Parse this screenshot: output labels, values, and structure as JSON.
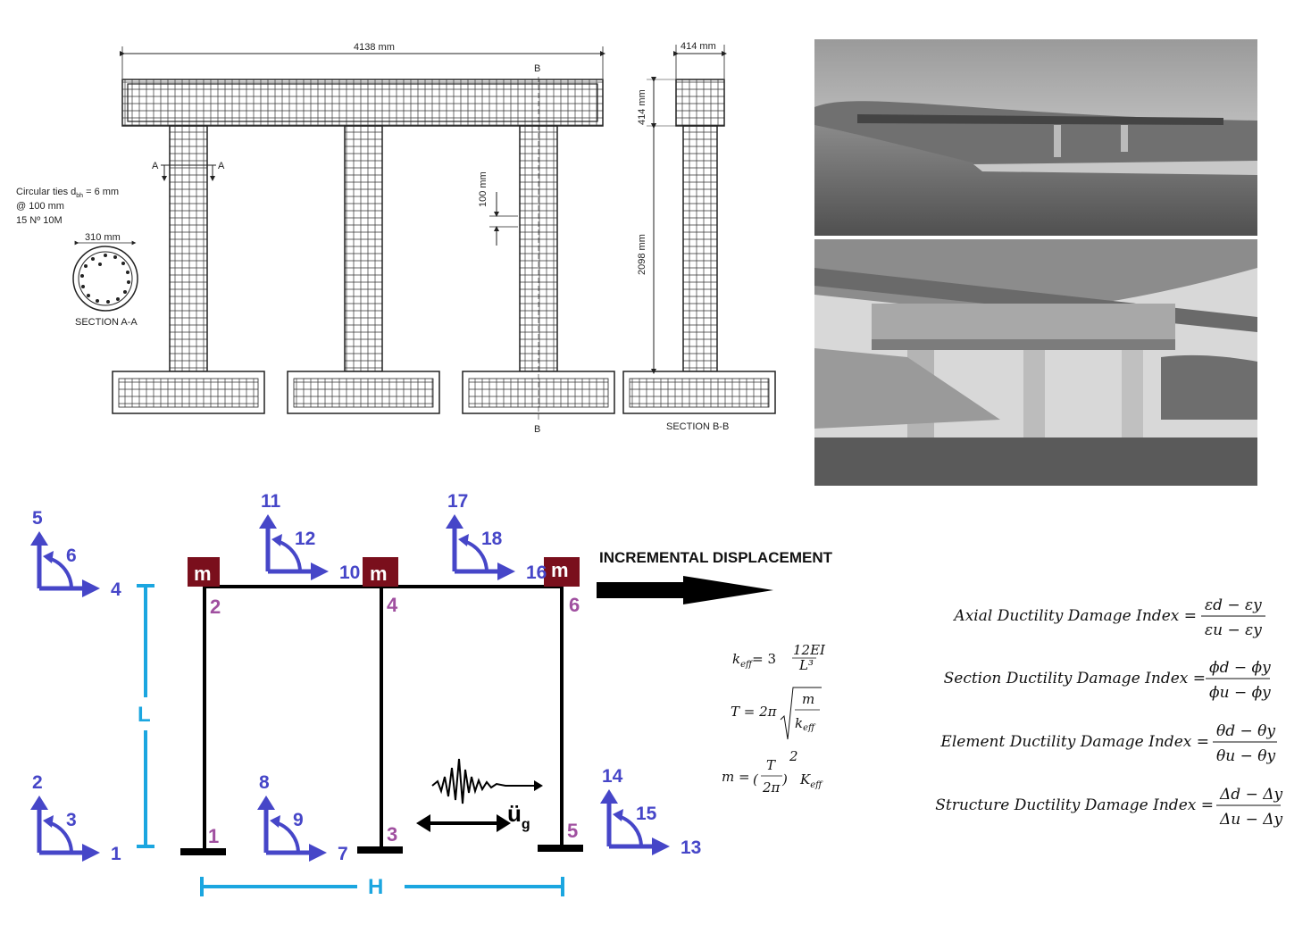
{
  "drawing": {
    "dim_width": "4138 mm",
    "dim_section_width": "414 mm",
    "dim_cap_height": "414 mm",
    "dim_column_height": "2098 mm",
    "dim_tie_spacing": "100 mm",
    "dim_circle": "310 mm",
    "cut_a": "A",
    "cut_b": "B",
    "ties_line1": "Circular ties d",
    "ties_sub": "bh",
    "ties_line1_end": " = 6 mm",
    "ties_line2": "@ 100 mm",
    "ties_line3": "15 Nº 10M",
    "section_aa": "SECTION A-A",
    "section_bb": "SECTION B-B"
  },
  "frame": {
    "mass_label": "m",
    "incremental_label": "INCREMENTAL DISPLACEMENT",
    "dim_L": "L",
    "dim_H": "H",
    "ground_accel": "ü",
    "ground_accel_sub": "g",
    "nodes": [
      "1",
      "2",
      "3",
      "4",
      "5",
      "6"
    ],
    "dofs": [
      "1",
      "2",
      "3",
      "4",
      "5",
      "6",
      "7",
      "8",
      "9",
      "10",
      "11",
      "12",
      "13",
      "14",
      "15",
      "16",
      "17",
      "18"
    ]
  },
  "equations": {
    "keff_lhs": "k",
    "keff_sub": "eff",
    "keff_rhs": "= 3",
    "keff_num": "12EI",
    "keff_den": "L³",
    "T_lhs": "T = 2π",
    "T_num": "m",
    "T_den": "k",
    "T_den_sub": "eff",
    "m_lhs": "m =",
    "m_num": "T",
    "m_den": "2π",
    "m_pow": "2",
    "m_K": "K",
    "m_K_sub": "eff"
  },
  "indices": [
    {
      "label": "Axial Ductility Damage Index =",
      "num": "εd − εy",
      "den": "εu − εy"
    },
    {
      "label": "Section Ductility Damage Index =",
      "num": "ϕd − ϕy",
      "den": "ϕu − ϕy"
    },
    {
      "label": "Element Ductility Damage Index =",
      "num": "θd − θy",
      "den": "θu − θy"
    },
    {
      "label": "Structure Ductility Damage Index =",
      "num": "Δd − Δy",
      "den": "Δu − Δy"
    }
  ],
  "colors": {
    "dof_blue": "#4646c8",
    "node_purple": "#a050a0",
    "mass_red": "#7a0f1c",
    "dim_blue": "#1ba6e0"
  }
}
